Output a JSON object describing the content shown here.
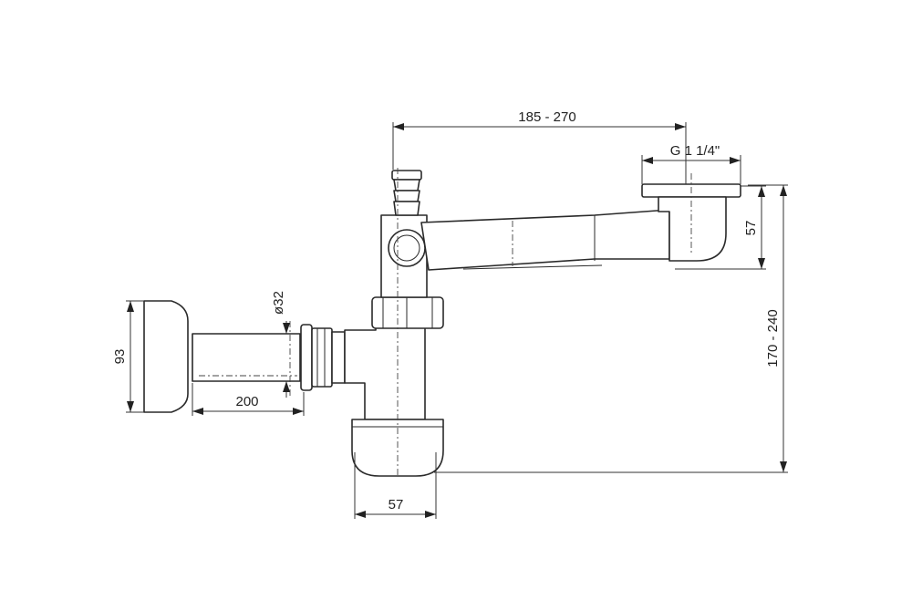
{
  "dimensions": {
    "horizontal_reach": "185 - 270",
    "thread_size": "G 1 1/4\"",
    "inlet_drop": "57",
    "total_height": "170 - 240",
    "pipe_diameter": "ø32",
    "escutcheon_height": "93",
    "outlet_length": "200",
    "bottle_width": "57"
  },
  "colors": {
    "line": "#2a2a2a",
    "background": "#ffffff"
  }
}
